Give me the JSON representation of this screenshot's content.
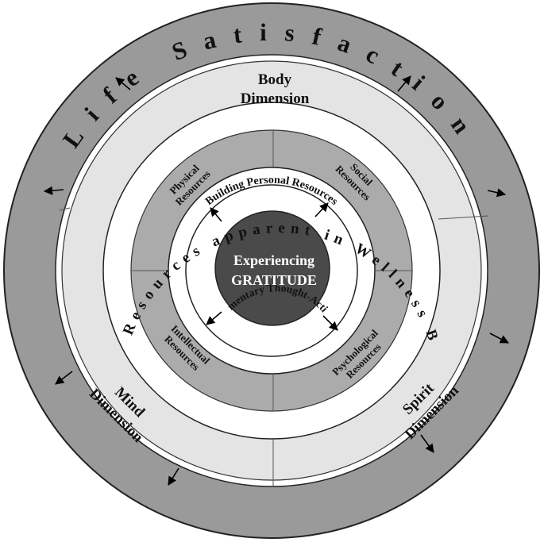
{
  "outer_ring": {
    "label": "Life Satisfaction"
  },
  "wellness_ring": {
    "label": "Personal Resources apparent in Wellness Behaviors"
  },
  "dimensions": {
    "body": {
      "line1": "Body",
      "line2": "Dimension"
    },
    "mind": {
      "line1": "Mind",
      "line2": "Dimension"
    },
    "spirit": {
      "line1": "Spirit",
      "line2": "Dimension"
    }
  },
  "resources": {
    "physical": {
      "line1": "Physical",
      "line2": "Resources"
    },
    "social": {
      "line1": "Social",
      "line2": "Resources"
    },
    "intellectual": {
      "line1": "Intellectual",
      "line2": "Resources"
    },
    "psychological": {
      "line1": "Psychological",
      "line2": "Resources"
    }
  },
  "building_ring": {
    "label": "Building Personal Resources"
  },
  "broadening_ring": {
    "label": "Broadening momentary Thought-Action Repertoires"
  },
  "core": {
    "line1": "Experiencing",
    "line2": "GRATITUDE"
  },
  "colors": {
    "outer_ring": "#9a9a9a",
    "dimension_band": "#e4e4e4",
    "resource_band": "#ababab",
    "core": "#4a4a4a"
  }
}
